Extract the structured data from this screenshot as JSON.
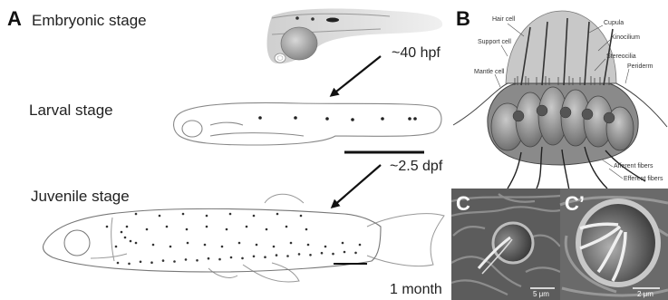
{
  "panel_a": {
    "letter": "A",
    "stages": [
      {
        "name": "Embryonic stage",
        "age": "~40 hpf"
      },
      {
        "name": "Larval stage",
        "age": "~2.5 dpf"
      },
      {
        "name": "Juvenile stage",
        "age": "1 month"
      }
    ]
  },
  "panel_b": {
    "letter": "B",
    "labels": {
      "hair_cell": "Hair cell",
      "support_cell": "Support cell",
      "mantle_cell": "Mantle cell",
      "cupula": "Cupula",
      "kinocilium": "Kinocilium",
      "stereocilia": "Stereocilia",
      "periderm": "Periderm",
      "afferent": "Afferent fibers",
      "efferent": "Efferent fibers"
    }
  },
  "panel_c": {
    "letter": "C",
    "scale_bar": "5 μm"
  },
  "panel_c_prime": {
    "letter": "C’",
    "scale_bar": "2 μm"
  }
}
